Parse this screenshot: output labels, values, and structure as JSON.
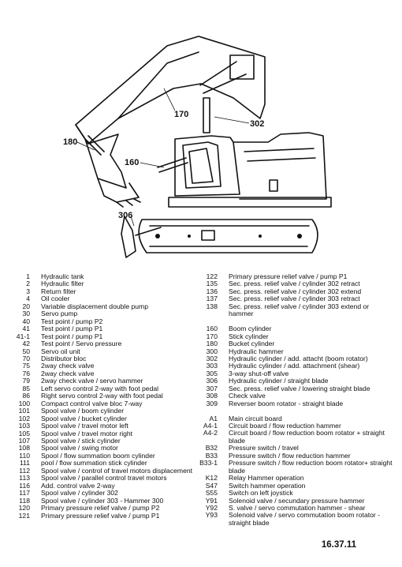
{
  "drawing": {
    "callouts": [
      {
        "id": "c170",
        "text": "170"
      },
      {
        "id": "c302",
        "text": "302"
      },
      {
        "id": "c180",
        "text": "180"
      },
      {
        "id": "c160",
        "text": "160"
      },
      {
        "id": "c306",
        "text": "306"
      }
    ]
  },
  "legend_left": [
    {
      "code": "1",
      "desc": "Hydraulic tank"
    },
    {
      "code": "2",
      "desc": "Hydraulic filter"
    },
    {
      "code": "3",
      "desc": "Return filter"
    },
    {
      "code": "4",
      "desc": "Oil cooler"
    },
    {
      "code": "20",
      "desc": "Variable displacement double pump"
    },
    {
      "code": "30",
      "desc": "Servo pump"
    },
    {
      "code": "40",
      "desc": "Test point / pump P2"
    },
    {
      "code": "41",
      "desc": "Test point / pump P1"
    },
    {
      "code": "41-1",
      "desc": "Test point / pump P1"
    },
    {
      "code": "42",
      "desc": "Test point / Servo pressure"
    },
    {
      "code": "50",
      "desc": "Servo oil unit"
    },
    {
      "code": "70",
      "desc": "Distributor bloc"
    },
    {
      "code": "75",
      "desc": "2way check valve"
    },
    {
      "code": "76",
      "desc": "2way check valve"
    },
    {
      "code": "79",
      "desc": "2way check valve / servo hammer"
    },
    {
      "code": "85",
      "desc": "Left servo control 2-way with foot pedal"
    },
    {
      "code": "86",
      "desc": "Right servo control 2-way with foot pedal"
    },
    {
      "code": "100",
      "desc": "Compact control valve bloc 7-way"
    },
    {
      "code": "101",
      "desc": "Spool valve / boom cylinder"
    },
    {
      "code": "102",
      "desc": "Spool valve / bucket cylinder"
    },
    {
      "code": "103",
      "desc": "Spool valve / travel motor left"
    },
    {
      "code": "105",
      "desc": "Spool valve / travel motor right"
    },
    {
      "code": "107",
      "desc": "Spool valve / stick cylinder"
    },
    {
      "code": "108",
      "desc": "Spool valve / swing motor"
    },
    {
      "code": "110",
      "desc": "Spool / flow summation boom cylinder"
    },
    {
      "code": "111",
      "desc": "pool / flow summation stick cylinder"
    },
    {
      "code": "112",
      "desc": "Spool valve / control of travel motors displacement"
    },
    {
      "code": "113",
      "desc": "Spool valve / parallel control travel motors"
    },
    {
      "code": "116",
      "desc": "Add. control valve 2-way"
    },
    {
      "code": "117",
      "desc": "Spool valve / cylinder 302"
    },
    {
      "code": "118",
      "desc": "Spool valve / cylinder 303 - Hammer 300"
    },
    {
      "code": "120",
      "desc": "Primary pressure relief valve / pump P2"
    },
    {
      "code": "121",
      "desc": "Primary pressure relief valve / pump P1"
    }
  ],
  "legend_right": [
    {
      "code": "122",
      "desc": "Primary pressure relief valve / pump P1"
    },
    {
      "code": "135",
      "desc": "Sec. press. relief valve / cylinder 302 retract"
    },
    {
      "code": "136",
      "desc": "Sec. press. relief valve / cylinder 302 extend"
    },
    {
      "code": "137",
      "desc": "Sec. press. relief valve / cylinder 303 retract"
    },
    {
      "code": "138",
      "desc": "Sec. press. relief valve / cylinder 303 extend or hammer"
    },
    {
      "gap": true
    },
    {
      "code": "160",
      "desc": "Boom cylinder"
    },
    {
      "code": "170",
      "desc": "Stick cylinder"
    },
    {
      "code": "180",
      "desc": "Bucket cylinder"
    },
    {
      "code": "300",
      "desc": "Hydraulic hammer"
    },
    {
      "code": "302",
      "desc": "Hydraulic cylinder / add. attacht (boom rotator)"
    },
    {
      "code": "303",
      "desc": "Hydraulic cylinder / add. attachment (shear)"
    },
    {
      "code": "305",
      "desc": "3-way shut-off valve"
    },
    {
      "code": "306",
      "desc": "Hydraulic cylinder / straight blade"
    },
    {
      "code": "307",
      "desc": "Sec. press. relief valve / lowering straight blade"
    },
    {
      "code": "308",
      "desc": "Check valve"
    },
    {
      "code": "309",
      "desc": "Reverser boom rotator - straight blade"
    },
    {
      "gap": true
    },
    {
      "code": "A1",
      "desc": "Main circuit board"
    },
    {
      "code": "A4-1",
      "desc": "Circuit board / flow reduction hammer"
    },
    {
      "code": "A4-2",
      "desc": "Circuit board / flow reduction boom rotator + straight blade"
    },
    {
      "code": "B32",
      "desc": "Pressure switch / travel"
    },
    {
      "code": "B33",
      "desc": "Pressure switch / flow reduction hammer"
    },
    {
      "code": "B33-1",
      "desc": "Pressure switch / flow reduction boom rotator+ straight blade"
    },
    {
      "code": "K12",
      "desc": "Relay Hammer operation"
    },
    {
      "code": "S47",
      "desc": "Switch hammer operation"
    },
    {
      "code": "S55",
      "desc": "Switch on left joystick"
    },
    {
      "code": "Y91",
      "desc": "Solenoid valve / secundary pressure hammer"
    },
    {
      "code": "Y92",
      "desc": "S. valve / servo commutation hammer - shear"
    },
    {
      "code": "Y93",
      "desc": "Solenoid valve / servo commutation boom rotator - straight blade"
    }
  ],
  "page_number": "16.37.11"
}
